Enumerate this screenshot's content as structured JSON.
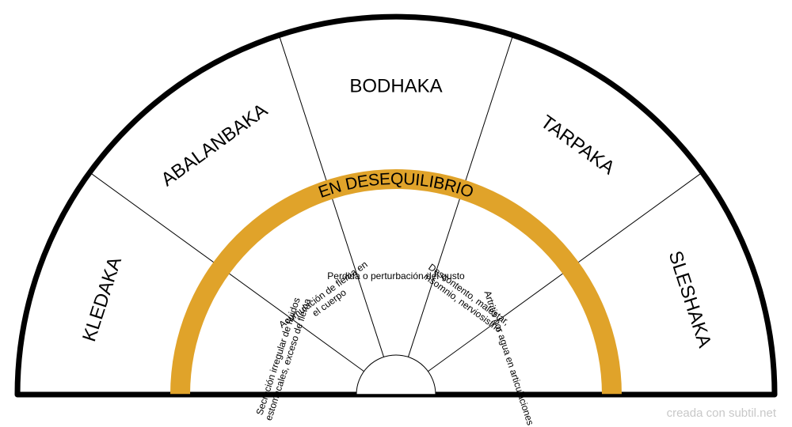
{
  "diagram": {
    "ring_title": "EN DESEQUILIBRIO",
    "segments": [
      {
        "name": "KLEDAKA",
        "lines": [
          "Secreción irregular de fluidos",
          "estomacales, exceso de flema"
        ]
      },
      {
        "name": "ABALANBAKA",
        "lines": [
          "Acumulación de flema en",
          "el cuerpo"
        ]
      },
      {
        "name": "BODHAKA",
        "lines": [
          "Perdida o perturbación del gusto"
        ]
      },
      {
        "name": "TARPAKA",
        "lines": [
          "Descontento, malestar,",
          "insomnio, nerviosismo"
        ]
      },
      {
        "name": "SLESHAKA",
        "lines": [
          "Artritis por agua en articulaciones"
        ]
      }
    ]
  },
  "colors": {
    "ring": "#e0a32a",
    "outline": "#000000",
    "divider": "#000000",
    "background": "#ffffff"
  },
  "footer": {
    "credit": "creada con subtil.net"
  }
}
